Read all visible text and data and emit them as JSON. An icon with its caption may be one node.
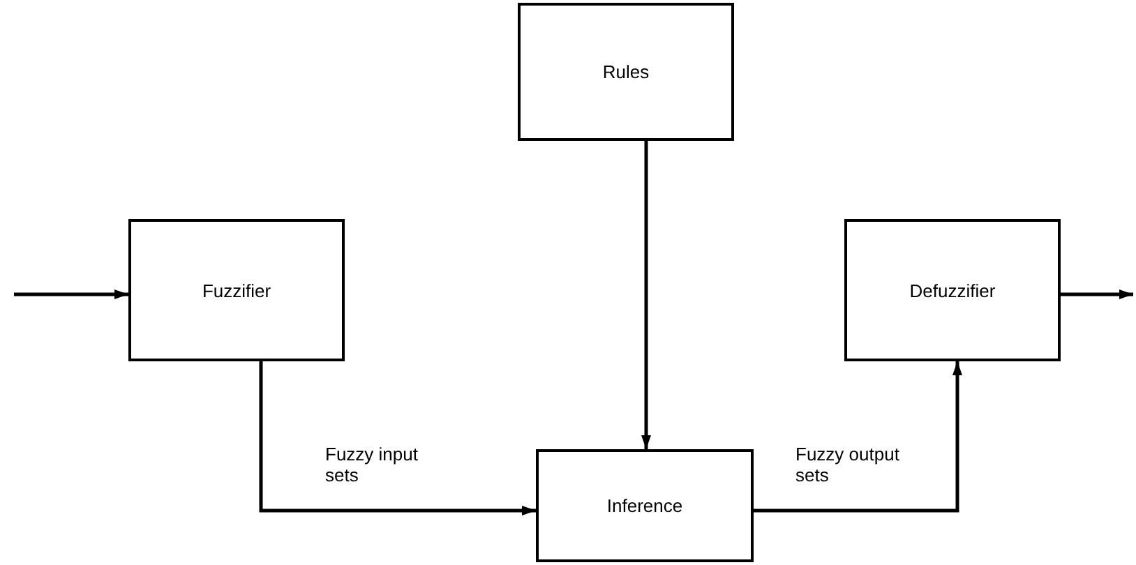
{
  "diagram": {
    "nodes": [
      {
        "text": [
          "Rules"
        ]
      },
      {
        "text": [
          "Fuzzifier"
        ]
      },
      {
        "text": [
          "Defuzzifier"
        ]
      },
      {
        "text": [
          "Inference"
        ]
      }
    ],
    "edges": [
      {
        "from": null,
        "to": 1,
        "arrow": "to"
      },
      {
        "from": 1,
        "to": 3,
        "arrow": "to",
        "label": "Fuzzy input sets"
      },
      {
        "from": 0,
        "to": 3,
        "arrow": "to"
      },
      {
        "from": 3,
        "to": 2,
        "arrow": "to",
        "label": "Fuzzy output sets"
      },
      {
        "from": 2,
        "to": null,
        "arrow": "to"
      }
    ]
  }
}
